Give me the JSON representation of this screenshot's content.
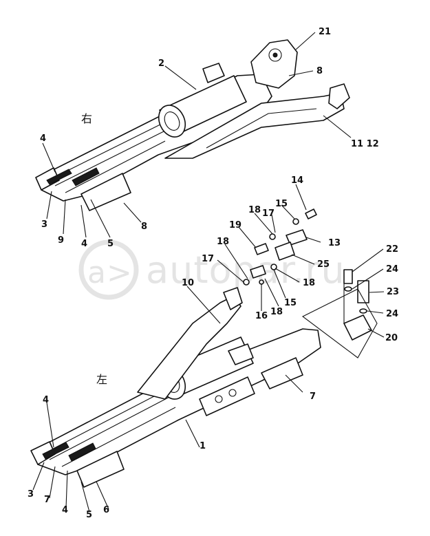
{
  "side_labels": {
    "right": "右",
    "left": "左"
  },
  "watermark": {
    "brand": "autopar.ru",
    "logo_glyph": "a>"
  },
  "callouts": [
    "1",
    "2",
    "3",
    "4",
    "5",
    "6",
    "7",
    "8",
    "9",
    "10",
    "11 12",
    "13",
    "14",
    "15",
    "16",
    "17",
    "18",
    "19",
    "20",
    "21",
    "22",
    "23",
    "24",
    "25"
  ],
  "colors": {
    "ink": "#111111",
    "paper": "#ffffff",
    "watermark": "#e4e4e4"
  }
}
